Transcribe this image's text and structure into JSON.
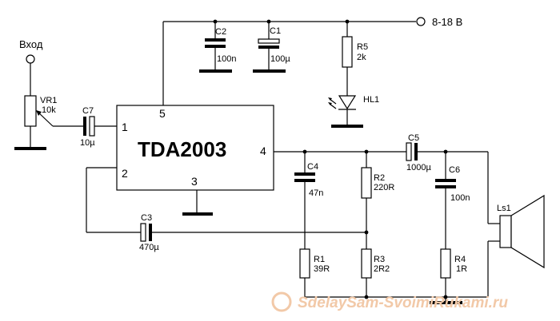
{
  "supply": {
    "label": "8-18 В"
  },
  "input": {
    "label": "Вход"
  },
  "ic": {
    "name": "TDA2003",
    "pins": {
      "p1": "1",
      "p2": "2",
      "p3": "3",
      "p4": "4",
      "p5": "5"
    }
  },
  "components": {
    "vr1": {
      "ref": "VR1",
      "value": "10k"
    },
    "c7": {
      "ref": "C7",
      "value": "10µ"
    },
    "c2": {
      "ref": "C2",
      "value": "100n"
    },
    "c1": {
      "ref": "C1",
      "value": "100µ"
    },
    "r5": {
      "ref": "R5",
      "value": "2k"
    },
    "hl1": {
      "ref": "HL1"
    },
    "c3": {
      "ref": "C3",
      "value": "470µ"
    },
    "c4": {
      "ref": "C4",
      "value": "47n"
    },
    "r1": {
      "ref": "R1",
      "value": "39R"
    },
    "r2": {
      "ref": "R2",
      "value": "220R"
    },
    "r3": {
      "ref": "R3",
      "value": "2R2"
    },
    "c5": {
      "ref": "C5",
      "value": "1000µ"
    },
    "c6": {
      "ref": "C6",
      "value": "100n"
    },
    "r4": {
      "ref": "R4",
      "value": "1R"
    },
    "ls1": {
      "ref": "Ls1"
    }
  },
  "watermark": {
    "text": "SdelaySam-SvoimiRukami.ru"
  },
  "colors": {
    "line": "#000000",
    "background": "#ffffff",
    "watermark": "#f2c9a8"
  }
}
